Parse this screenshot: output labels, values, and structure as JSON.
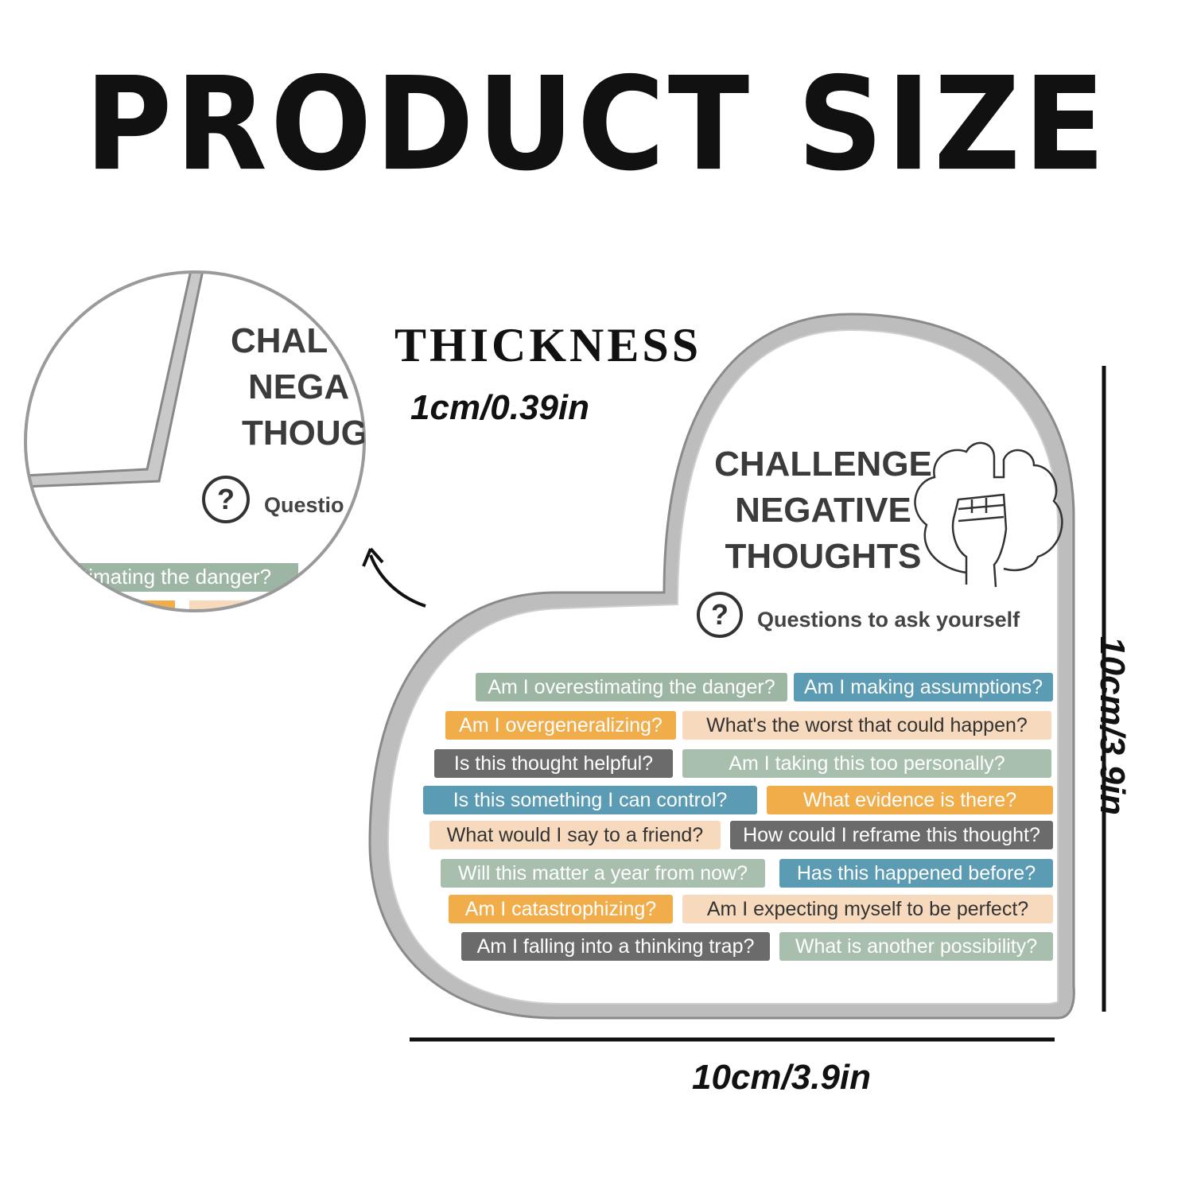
{
  "title": "PRODUCT SIZE",
  "thickness": {
    "label": "THICKNESS",
    "value": "1cm/0.39in"
  },
  "dimensions": {
    "width": "10cm/3.9in",
    "height": "10cm/3.9in"
  },
  "plaque": {
    "heading_lines": [
      "CHALLENGE",
      "NEGATIVE",
      "THOUGHTS"
    ],
    "subtitle": "Questions to ask yourself",
    "questions": [
      {
        "text": "Am I overestimating the danger?",
        "color": "#9db5a3",
        "text_color": "#ffffff"
      },
      {
        "text": "Am I making assumptions?",
        "color": "#5b9bb3",
        "text_color": "#ffffff"
      },
      {
        "text": "Am I overgeneralizing?",
        "color": "#f2ad4b",
        "text_color": "#ffffff"
      },
      {
        "text": "What's the worst that could happen?",
        "color": "#f7d9bd",
        "text_color": "#333333"
      },
      {
        "text": "Is this thought helpful?",
        "color": "#6b6b6b",
        "text_color": "#ffffff"
      },
      {
        "text": "Am I taking this too personally?",
        "color": "#a9bfad",
        "text_color": "#ffffff"
      },
      {
        "text": "Is this something I can control?",
        "color": "#5b9bb3",
        "text_color": "#ffffff"
      },
      {
        "text": "What evidence is there?",
        "color": "#f2ad4b",
        "text_color": "#ffffff"
      },
      {
        "text": "What would I say to a friend?",
        "color": "#f7d9bd",
        "text_color": "#333333"
      },
      {
        "text": "How could I reframe this thought?",
        "color": "#6b6b6b",
        "text_color": "#ffffff"
      },
      {
        "text": "Will this matter a year from now?",
        "color": "#a9bfad",
        "text_color": "#ffffff"
      },
      {
        "text": "Has this happened before?",
        "color": "#5b9bb3",
        "text_color": "#ffffff"
      },
      {
        "text": "Am I catastrophizing?",
        "color": "#f2ad4b",
        "text_color": "#ffffff"
      },
      {
        "text": "Am I expecting myself to be perfect?",
        "color": "#f7d9bd",
        "text_color": "#333333"
      },
      {
        "text": "Am I falling into a thinking trap?",
        "color": "#6b6b6b",
        "text_color": "#ffffff"
      },
      {
        "text": "What is another possibility?",
        "color": "#a9bfad",
        "text_color": "#ffffff"
      }
    ]
  },
  "zoom_inset": {
    "heading_lines": [
      "CHAL",
      "NEGA",
      "THOUG"
    ],
    "subtitle": "Questio",
    "chip_text": "timating the danger?"
  },
  "colors": {
    "ink": "#111111",
    "acrylic_edge": "#9a9a9a",
    "heading": "#3b3b3b"
  },
  "icons": [
    "fist-in-brain-icon",
    "question-bubble-icon",
    "curved-arrow-icon"
  ]
}
